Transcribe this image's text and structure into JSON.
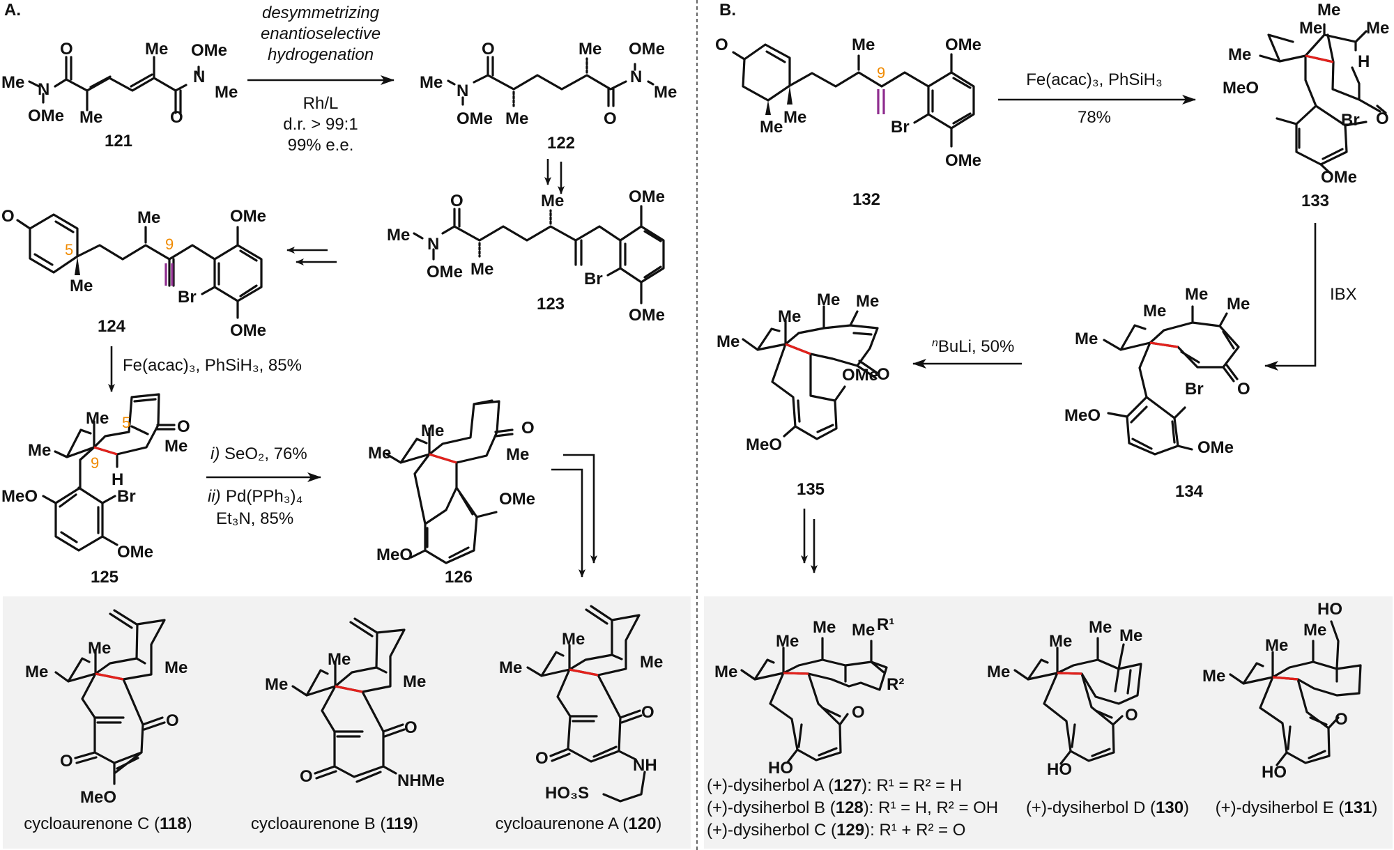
{
  "figure": {
    "panels": [
      {
        "label": "A."
      },
      {
        "label": "B."
      }
    ],
    "colors": {
      "new_bond": "#e3211c",
      "alkene_highlight": "#8e2c8e",
      "locant": "#f08a00",
      "natural_product_box": "#f2f2f2",
      "ink": "#111111"
    }
  },
  "panel_a": {
    "compounds": {
      "c121": {
        "id": "121"
      },
      "c122": {
        "id": "122"
      },
      "c123": {
        "id": "123"
      },
      "c124": {
        "id": "124"
      },
      "c125": {
        "id": "125"
      },
      "c126": {
        "id": "126"
      }
    },
    "steps": {
      "s1_line1": "desymmetrizing",
      "s1_line2": "enantioselective",
      "s1_line3": "hydrogenation",
      "s1_cat": "Rh/L",
      "s1_dr": "d.r. > 99:1",
      "s1_ee": "99% e.e.",
      "s3_reagent": "Fe(acac)₃, PhSiH₃, 85%",
      "s4_i_label": "i)",
      "s4_i": "SeO₂, 76%",
      "s4_ii_label": "ii)",
      "s4_ii": "Pd(PPh₃)₄",
      "s4_ii_b": "Et₃N, 85%"
    },
    "locants": {
      "c5": "5",
      "c9": "9"
    },
    "natural_products": [
      {
        "name": "cycloaurenone C",
        "id": "118"
      },
      {
        "name": "cycloaurenone B",
        "id": "119"
      },
      {
        "name": "cycloaurenone A",
        "id": "120"
      }
    ]
  },
  "panel_b": {
    "compounds": {
      "c132": {
        "id": "132"
      },
      "c133": {
        "id": "133"
      },
      "c134": {
        "id": "134"
      },
      "c135": {
        "id": "135"
      }
    },
    "steps": {
      "s1_reagent": "Fe(acac)₃, PhSiH₃",
      "s1_yield": "78%",
      "s2_reagent": "IBX",
      "s3_sup": "n",
      "s3_reagent": "BuLi, 50%"
    },
    "locants": {
      "c9": "9"
    },
    "natural_products": [
      {
        "name": "(+)-dysiherbol A",
        "id": "127",
        "sub": "R¹ = R² = H"
      },
      {
        "name": "(+)-dysiherbol B",
        "id": "128",
        "sub": "R¹ = H, R² = OH"
      },
      {
        "name": "(+)-dysiherbol C",
        "id": "129",
        "sub": "R¹ + R² = O"
      },
      {
        "name": "(+)-dysiherbol D",
        "id": "130"
      },
      {
        "name": "(+)-dysiherbol E",
        "id": "131"
      }
    ]
  },
  "atoms": {
    "Me": "Me",
    "OMe": "OMe",
    "MeO": "MeO",
    "O": "O",
    "N": "N",
    "H": "H",
    "Br": "Br",
    "HO": "HO",
    "NH": "NH",
    "NHMe": "NHMe",
    "HO3S": "HO₃S",
    "R1": "R¹",
    "R2": "R²"
  }
}
